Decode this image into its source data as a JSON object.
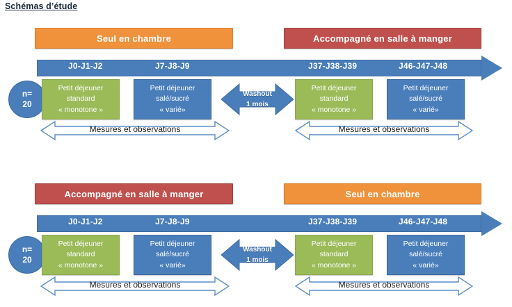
{
  "page": {
    "title": "Schémas d’étude",
    "background": "#FFFFFF"
  },
  "colors": {
    "orange": "#F0923C",
    "red": "#C0504D",
    "blue": "#4A7EBB",
    "green": "#9BBB59",
    "white": "#FFFFFF",
    "text_dark": "#1B2A3A"
  },
  "panels": [
    {
      "id": "panel-1",
      "condition_left": {
        "label": "Seul en chambre",
        "color": "#F0923C"
      },
      "condition_right": {
        "label": "Accompagné en salle à manger",
        "color": "#C0504D"
      },
      "timeline_labels": [
        "J0-J1-J2",
        "J7-J8-J9",
        "J37-J38-J39",
        "J46-J47-J48"
      ],
      "sample_size": {
        "prefix": "n=",
        "value": "20"
      },
      "meals": [
        {
          "line1": "Petit déjeuner",
          "line2": "standard",
          "line3": "« monotone »",
          "color": "#9BBB59"
        },
        {
          "line1": "Petit déjeuner",
          "line2": "salé/sucré",
          "line3": "« varié»",
          "color": "#4A7EBB"
        },
        {
          "line1": "Petit déjeuner",
          "line2": "standard",
          "line3": "« monotone »",
          "color": "#9BBB59"
        },
        {
          "line1": "Petit déjeuner",
          "line2": "salé/sucré",
          "line3": "« varié»",
          "color": "#4A7EBB"
        }
      ],
      "washout": {
        "line1": "Washout",
        "line2": "1 mois"
      },
      "measures": [
        {
          "label": "Mesures et observations"
        },
        {
          "label": "Mesures et observations"
        }
      ]
    },
    {
      "id": "panel-2",
      "condition_left": {
        "label": "Accompagné en salle à manger",
        "color": "#C0504D"
      },
      "condition_right": {
        "label": "Seul en chambre",
        "color": "#F0923C"
      },
      "timeline_labels": [
        "J0-J1-J2",
        "J7-J8-J9",
        "J37-J38-J39",
        "J46-J47-J48"
      ],
      "sample_size": {
        "prefix": "n=",
        "value": "20"
      },
      "meals": [
        {
          "line1": "Petit déjeuner",
          "line2": "standard",
          "line3": "« monotone »",
          "color": "#9BBB59"
        },
        {
          "line1": "Petit déjeuner",
          "line2": "salé/sucré",
          "line3": "« varié»",
          "color": "#4A7EBB"
        },
        {
          "line1": "Petit déjeuner",
          "line2": "standard",
          "line3": "« monotone »",
          "color": "#9BBB59"
        },
        {
          "line1": "Petit déjeuner",
          "line2": "salé/sucré",
          "line3": "« varié»",
          "color": "#4A7EBB"
        }
      ],
      "washout": {
        "line1": "Washout",
        "line2": "1 mois"
      },
      "measures": [
        {
          "label": "Mesures et observations"
        },
        {
          "label": "Mesures et observations"
        }
      ]
    }
  ]
}
